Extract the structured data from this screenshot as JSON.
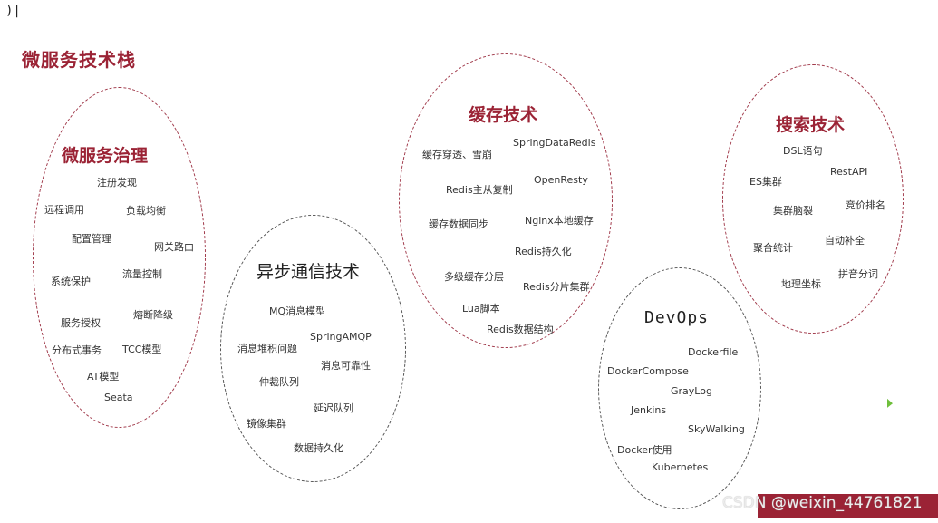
{
  "top_mark": ")|",
  "title": "微服务技术栈",
  "groups": {
    "governance": {
      "title": "微服务治理",
      "items": [
        "注册发现",
        "远程调用",
        "负载均衡",
        "配置管理",
        "网关路由",
        "系统保护",
        "流量控制",
        "熔断降级",
        "服务授权",
        "分布式事务",
        "TCC模型",
        "AT模型",
        "Seata"
      ]
    },
    "async": {
      "title": "异步通信技术",
      "items": [
        "MQ消息模型",
        "SpringAMQP",
        "消息堆积问题",
        "消息可靠性",
        "仲裁队列",
        "延迟队列",
        "镜像集群",
        "数据持久化"
      ]
    },
    "cache": {
      "title": "缓存技术",
      "items": [
        "SpringDataRedis",
        "缓存穿透、雪崩",
        "OpenResty",
        "Redis主从复制",
        "Nginx本地缓存",
        "缓存数据同步",
        "Redis持久化",
        "多级缓存分层",
        "Redis分片集群",
        "Lua脚本",
        "Redis数据结构"
      ]
    },
    "search": {
      "title": "搜索技术",
      "items": [
        "DSL语句",
        "RestAPI",
        "ES集群",
        "竞价排名",
        "集群脑裂",
        "自动补全",
        "聚合统计",
        "拼音分词",
        "地理坐标"
      ]
    },
    "devops": {
      "title": "DevOps",
      "items": [
        "Dockerfile",
        "DockerCompose",
        "GrayLog",
        "Jenkins",
        "SkyWalking",
        "Docker使用",
        "Kubernetes"
      ]
    }
  },
  "watermark": "CSDN @weixin_44761821",
  "colors": {
    "accent": "#9b2335",
    "red_border": "#a0394a",
    "grey_border": "#555555"
  }
}
